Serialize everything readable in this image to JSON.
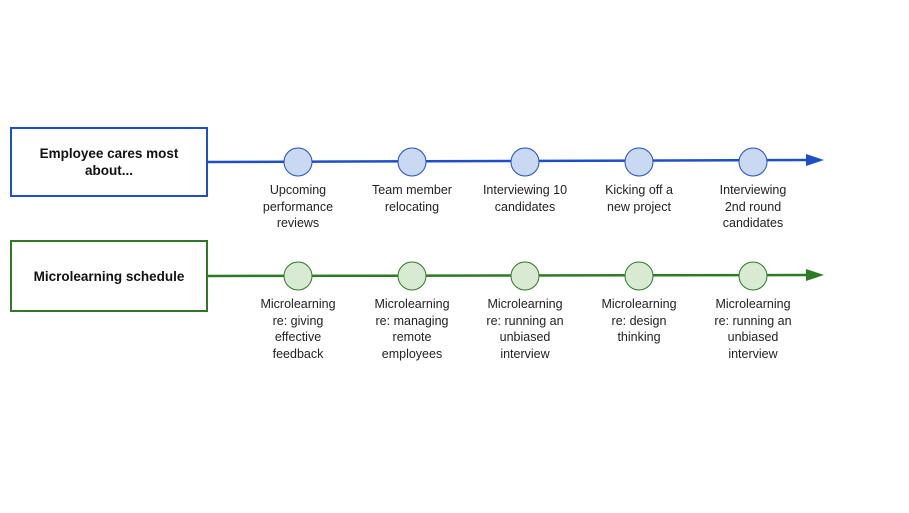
{
  "rows": [
    {
      "title": "Employee cares most about...",
      "color": "#1f4fc7",
      "node_fill": "#c9d9f2",
      "items": [
        "Upcoming\nperformance\nreviews",
        "Team member\nrelocating",
        "Interviewing 10\ncandidates",
        "Kicking off a\nnew project",
        "Interviewing\n2nd round\ncandidates"
      ]
    },
    {
      "title": "Microlearning schedule",
      "color": "#2e7a24",
      "node_fill": "#d9ead3",
      "items": [
        "Microlearning\nre: giving\neffective\nfeedback",
        "Microlearning\nre: managing\nremote\nemployees",
        "Microlearning\nre: running an\nunbiased\ninterview",
        "Microlearning\nre: design\nthinking",
        "Microlearning\nre: running an\nunbiased\ninterview"
      ]
    }
  ]
}
